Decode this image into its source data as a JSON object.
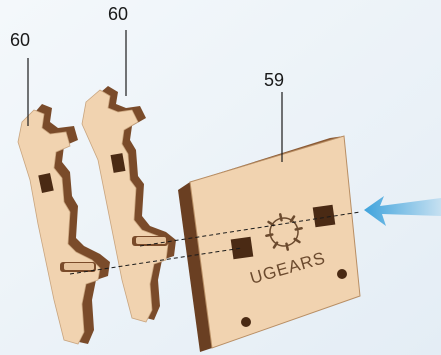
{
  "diagram": {
    "parts": [
      {
        "id": "part-60-left",
        "label": "60"
      },
      {
        "id": "part-60-right",
        "label": "60"
      },
      {
        "id": "part-59",
        "label": "59"
      }
    ],
    "logo_text": "UGEARS",
    "colors": {
      "background": "#eef4f9",
      "wood_face": "#f1d3b0",
      "wood_edge": "#7a4b2a",
      "wood_dark": "#4a2a14",
      "arrow": "#3fa3dc",
      "leader": "#1a1a1a"
    },
    "arrow_icon": "arrow-left-icon"
  }
}
